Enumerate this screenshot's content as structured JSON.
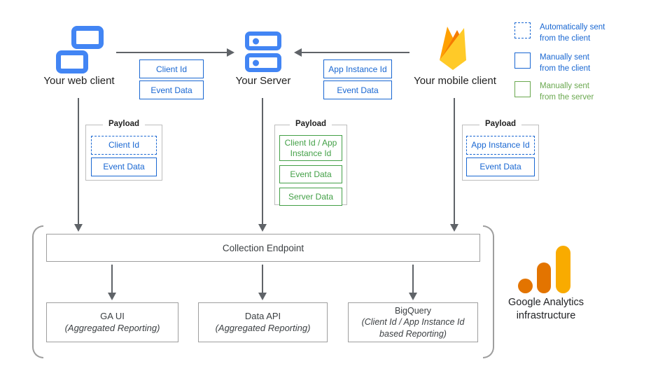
{
  "colors": {
    "blue": "#1967d2",
    "icon_blue": "#4285F4",
    "green": "#43a047",
    "legend_green": "#6aa84f",
    "arrow_gray": "#5f6368",
    "box_border_gray": "#9e9e9e",
    "ga_orange": "#E37400",
    "ga_yellow": "#F9AB00"
  },
  "nodes": {
    "web_client": {
      "label": "Your web client"
    },
    "server": {
      "label": "Your Server"
    },
    "mobile_client": {
      "label": "Your mobile client"
    }
  },
  "flows": {
    "web_to_server": {
      "labels": [
        "Client Id",
        "Event Data"
      ]
    },
    "mobile_to_server": {
      "labels": [
        "App Instance Id",
        "Event Data"
      ]
    }
  },
  "payloads": {
    "web": {
      "title": "Payload",
      "items": [
        {
          "label": "Client Id",
          "style": "dashed-blue"
        },
        {
          "label": "Event Data",
          "style": "solid-blue"
        }
      ]
    },
    "server": {
      "title": "Payload",
      "items": [
        {
          "label": "Client Id / App Instance Id",
          "style": "solid-green"
        },
        {
          "label": "Event Data",
          "style": "solid-green"
        },
        {
          "label": "Server Data",
          "style": "solid-green"
        }
      ]
    },
    "mobile": {
      "title": "Payload",
      "items": [
        {
          "label": "App Instance Id",
          "style": "dashed-blue"
        },
        {
          "label": "Event Data",
          "style": "solid-blue"
        }
      ]
    }
  },
  "legend": {
    "items": [
      {
        "line1": "Automatically sent",
        "line2": "from the client",
        "style": "dashed-blue"
      },
      {
        "line1": "Manually sent",
        "line2": "from the client",
        "style": "solid-blue"
      },
      {
        "line1": "Manually sent",
        "line2": "from the server",
        "style": "solid-green"
      }
    ]
  },
  "infrastructure": {
    "endpoint_label": "Collection Endpoint",
    "outputs": [
      {
        "title": "GA UI",
        "subtitle": "(Aggregated Reporting)"
      },
      {
        "title": "Data API",
        "subtitle": "(Aggregated Reporting)"
      },
      {
        "title": "BigQuery",
        "subtitle": "(Client Id / App Instance Id based Reporting)"
      }
    ],
    "brand_line1": "Google Analytics",
    "brand_line2": "infrastructure"
  }
}
